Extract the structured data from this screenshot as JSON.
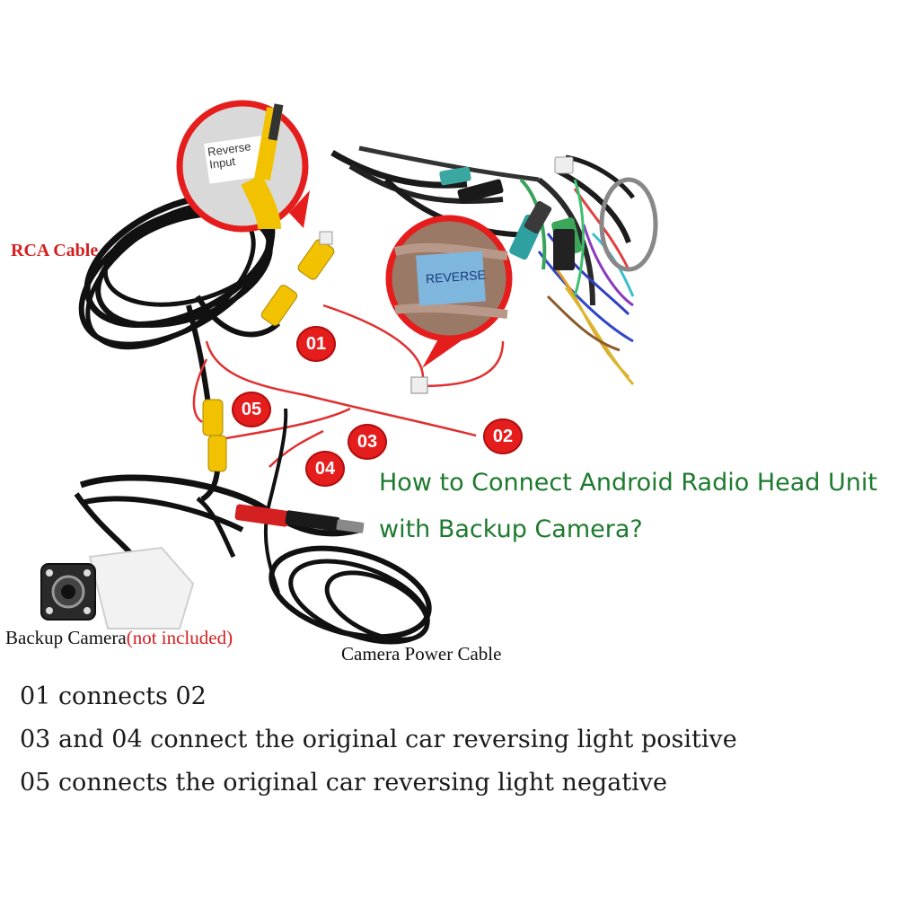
{
  "labels": {
    "rca_cable": "RCA Cable",
    "backup_camera": "Backup  Camera",
    "not_included": "(not included)",
    "camera_power_cable": "Camera Power Cable",
    "reverse_input": "Reverse Input",
    "reverse_tag": "REVERSE"
  },
  "badges": [
    "01",
    "02",
    "03",
    "04",
    "05"
  ],
  "title": {
    "line1": "How to Connect Android Radio Head Unit",
    "line2": "with Backup Camera?"
  },
  "notes": [
    "01 connects 02",
    "03 and 04 connect the original car reversing light positive",
    "05 connects the original car reversing light negative"
  ],
  "colors": {
    "badge": "#e51d1d",
    "title": "#1d7a2e",
    "label_red": "#d42020",
    "rca_yellow": "#f2c200",
    "wire_red": "#e03030"
  }
}
